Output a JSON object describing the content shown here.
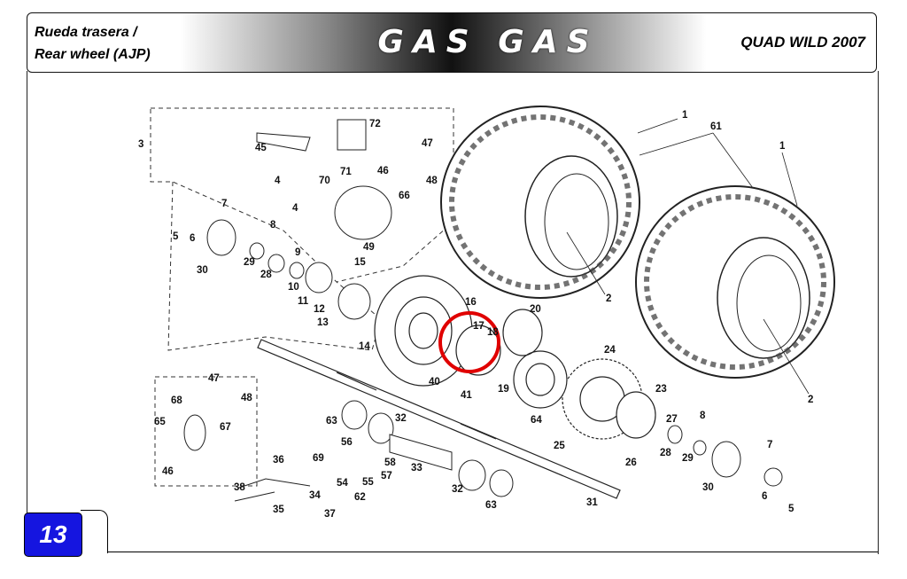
{
  "header": {
    "title_line1": "Rueda trasera /",
    "title_line2": "Rear wheel (AJP)",
    "brand": "GAS GAS",
    "model": "QUAD WILD 2007"
  },
  "page_number": "13",
  "callouts": [
    "1",
    "61",
    "1",
    "2",
    "2",
    "3",
    "72",
    "45",
    "47",
    "46",
    "71",
    "48",
    "70",
    "66",
    "4",
    "4",
    "7",
    "8",
    "5",
    "6",
    "49",
    "9",
    "15",
    "30",
    "29",
    "28",
    "10",
    "11",
    "12",
    "13",
    "14",
    "16",
    "20",
    "17",
    "18",
    "24",
    "23",
    "27",
    "8",
    "28",
    "29",
    "7",
    "30",
    "6",
    "5",
    "19",
    "26",
    "25",
    "64",
    "40",
    "41",
    "47",
    "48",
    "68",
    "67",
    "65",
    "46",
    "63",
    "32",
    "56",
    "33",
    "32",
    "63",
    "31",
    "36",
    "69",
    "58",
    "57",
    "55",
    "54",
    "34",
    "62",
    "37",
    "38",
    "35"
  ],
  "highlight_color": "#e00000",
  "brand_color": "#1515e0"
}
